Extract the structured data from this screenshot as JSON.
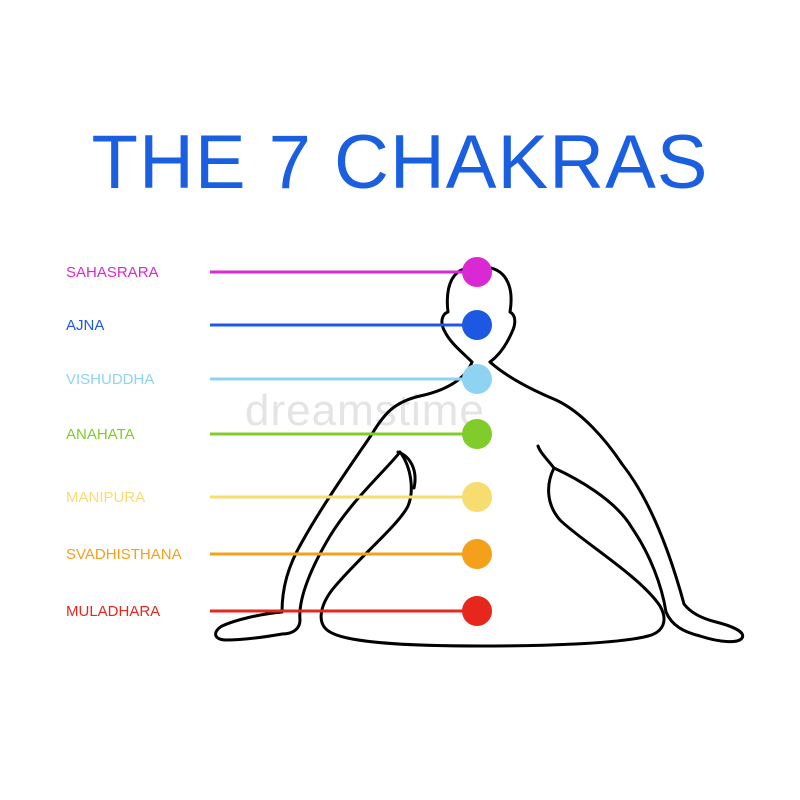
{
  "title": "THE 7 CHAKRAS",
  "title_color": "#1a5fe0",
  "watermark": "dreamstime",
  "chakras": [
    {
      "name": "SAHASRARA",
      "color": "#d829d4"
    },
    {
      "name": "AJNA",
      "color": "#1d58e2"
    },
    {
      "name": "VISHUDDHA",
      "color": "#8fd3f2"
    },
    {
      "name": "ANAHATA",
      "color": "#7fcc2a"
    },
    {
      "name": "MANIPURA",
      "color": "#f7dc70"
    },
    {
      "name": "SVADHISTHANA",
      "color": "#f5a01a"
    },
    {
      "name": "MULADHARA",
      "color": "#e7261c"
    }
  ]
}
